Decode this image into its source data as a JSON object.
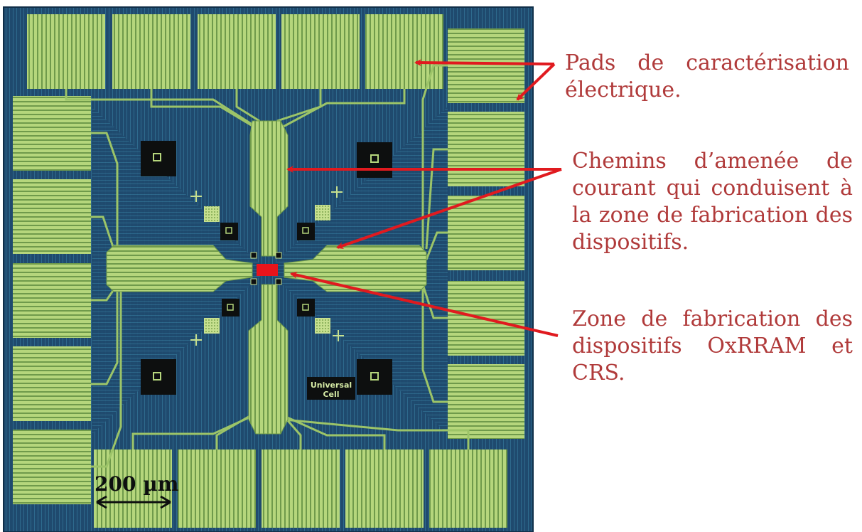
{
  "figure": {
    "chip_label": [
      "Universal",
      "Cell"
    ],
    "scale_bar": {
      "label": "200 µm"
    },
    "annotations": [
      {
        "id": "pads",
        "lines": [
          "Pads de caractérisation",
          "électrique."
        ]
      },
      {
        "id": "paths",
        "lines": [
          "Chemins d’amenée de",
          "courant qui conduisent à",
          "la zone de fabrication des",
          "dispositifs."
        ]
      },
      {
        "id": "zone",
        "lines": [
          "Zone de fabrication des",
          "dispositifs OxRRAM et",
          "CRS."
        ]
      }
    ]
  },
  "colors": {
    "substrate": "#1f4a6e",
    "metal": "#b5d67c",
    "metal_dark": "#6f9a4b",
    "marker": "#0d0f0f",
    "device_zone": "#e8141b",
    "annotation": "#b03a3a",
    "arrow": "#e01a1f"
  }
}
